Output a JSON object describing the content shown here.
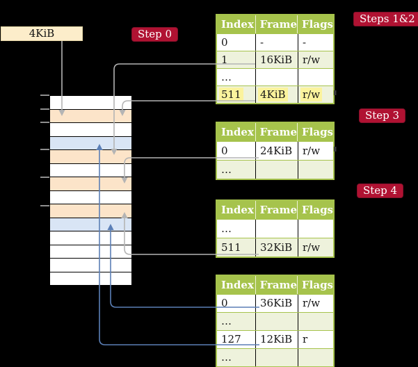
{
  "colors": {
    "background": "#000000",
    "badge_red": "#b01232",
    "table_header_green": "#a6c34c",
    "table_row_green": "#eef2dc",
    "frame_page_table_peach": "#fce4c9",
    "frame_mapped_blue": "#d9e5f5",
    "highlight_yellow": "#fbf39d",
    "label_box_cream": "#fcedca",
    "arrow_gray": "#b4b4b4",
    "arrow_blue": "#5b7fb6"
  },
  "labels": {
    "frame_size_box": "4KiB"
  },
  "badges": {
    "step0": "Step 0",
    "steps12": "Steps 1&2",
    "step3": "Step 3",
    "step4": "Step 4"
  },
  "page_tables": [
    {
      "headers": [
        "Index",
        "Frame",
        "Flags"
      ],
      "rows": [
        {
          "cells": [
            "0",
            "-",
            "-"
          ],
          "shaded": false,
          "highlight": false
        },
        {
          "cells": [
            "1",
            "16KiB",
            "r/w"
          ],
          "shaded": true,
          "highlight": false
        },
        {
          "cells": [
            "…",
            "",
            ""
          ],
          "shaded": false,
          "highlight": false
        },
        {
          "cells": [
            "511",
            "4KiB",
            "r/w"
          ],
          "shaded": true,
          "highlight": true
        }
      ]
    },
    {
      "headers": [
        "Index",
        "Frame",
        "Flags"
      ],
      "rows": [
        {
          "cells": [
            "0",
            "24KiB",
            "r/w"
          ],
          "shaded": false,
          "highlight": false
        },
        {
          "cells": [
            "…",
            "",
            ""
          ],
          "shaded": true,
          "highlight": false
        }
      ]
    },
    {
      "headers": [
        "Index",
        "Frame",
        "Flags"
      ],
      "rows": [
        {
          "cells": [
            "…",
            "",
            ""
          ],
          "shaded": false,
          "highlight": false
        },
        {
          "cells": [
            "511",
            "32KiB",
            "r/w"
          ],
          "shaded": true,
          "highlight": false
        }
      ]
    },
    {
      "headers": [
        "Index",
        "Frame",
        "Flags"
      ],
      "rows": [
        {
          "cells": [
            "0",
            "36KiB",
            "r/w"
          ],
          "shaded": false,
          "highlight": false
        },
        {
          "cells": [
            "…",
            "",
            ""
          ],
          "shaded": true,
          "highlight": false
        },
        {
          "cells": [
            "127",
            "12KiB",
            "r"
          ],
          "shaded": false,
          "highlight": false
        },
        {
          "cells": [
            "…",
            "",
            ""
          ],
          "shaded": true,
          "highlight": false
        }
      ]
    }
  ],
  "memory": {
    "frames": [
      {},
      {
        "is_page_table": true
      },
      {},
      {
        "is_mapped": true
      },
      {
        "is_page_table": true
      },
      {},
      {
        "is_page_table": true
      },
      {},
      {
        "is_page_table": true
      },
      {
        "is_mapped": true
      },
      {},
      {},
      {},
      {}
    ]
  }
}
